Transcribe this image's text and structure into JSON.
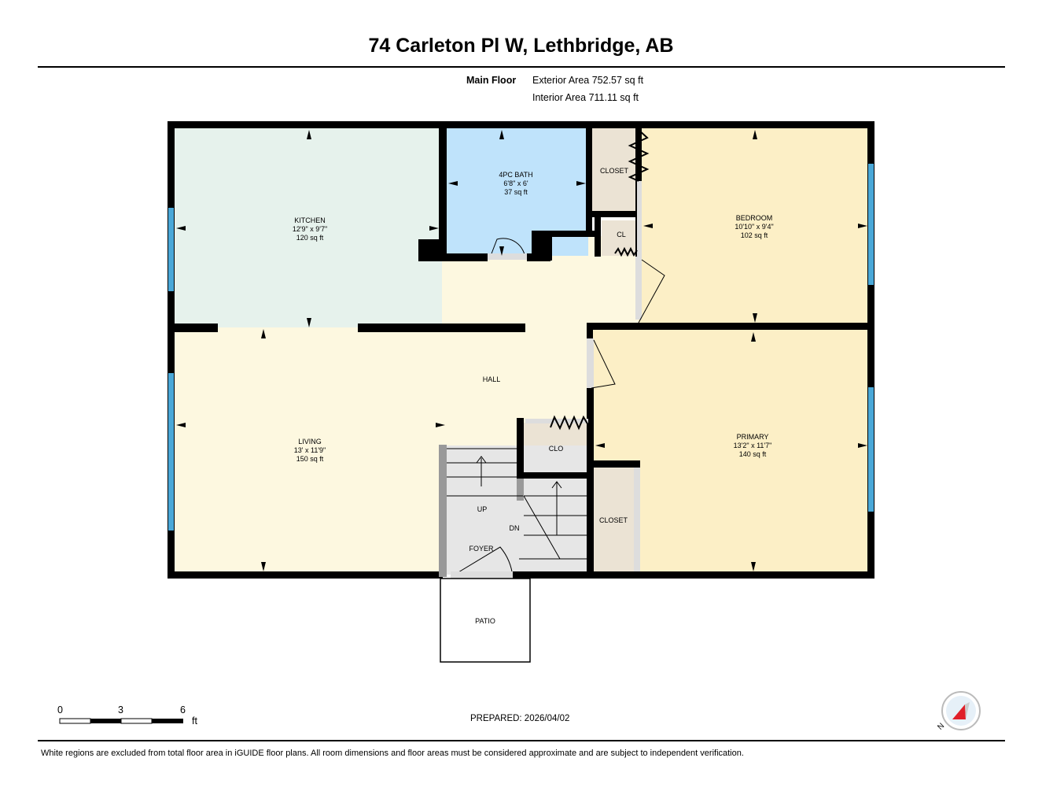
{
  "title": "74 Carleton Pl W, Lethbridge, AB",
  "floor": {
    "name": "Main Floor",
    "exterior_area": "Exterior Area 752.57 sq ft",
    "interior_area": "Interior Area 711.11 sq ft"
  },
  "rooms": {
    "kitchen": {
      "name": "KITCHEN",
      "dims": "12'9\" x 9'7\"",
      "area": "120 sq ft"
    },
    "bath": {
      "name": "4PC BATH",
      "dims": "6'8\" x 6'",
      "area": "37 sq ft"
    },
    "bedroom": {
      "name": "BEDROOM",
      "dims": "10'10\" x 9'4\"",
      "area": "102 sq ft"
    },
    "living": {
      "name": "LIVING",
      "dims": "13' x 11'9\"",
      "area": "150 sq ft"
    },
    "primary": {
      "name": "PRIMARY",
      "dims": "13'2\" x 11'7\"",
      "area": "140 sq ft"
    },
    "hall": "HALL",
    "closet_top": "CLOSET",
    "cl": "CL",
    "clo": "CLO",
    "closet_primary": "CLOSET",
    "up": "UP",
    "dn": "DN",
    "foyer": "FOYER",
    "patio": "PATIO"
  },
  "colors": {
    "kitchen": "#e6f2ec",
    "bath": "#bfe3fb",
    "bedroom": "#fcefc6",
    "hall": "#fdf8e0",
    "primary": "#fcefc6",
    "closet": "#ebe3d4",
    "stairs": "#e6e6e6",
    "window": "#4aa8d8",
    "compass_arrow": "#e0202a"
  },
  "scale": {
    "ticks": [
      "0",
      "3",
      "6"
    ],
    "unit": "ft"
  },
  "compass": {
    "label": "N"
  },
  "prepared": "PREPARED: 2026/04/02",
  "disclaimer": "White regions are excluded from total floor area in iGUIDE floor plans. All room dimensions and floor areas must be considered approximate and are subject to independent verification."
}
